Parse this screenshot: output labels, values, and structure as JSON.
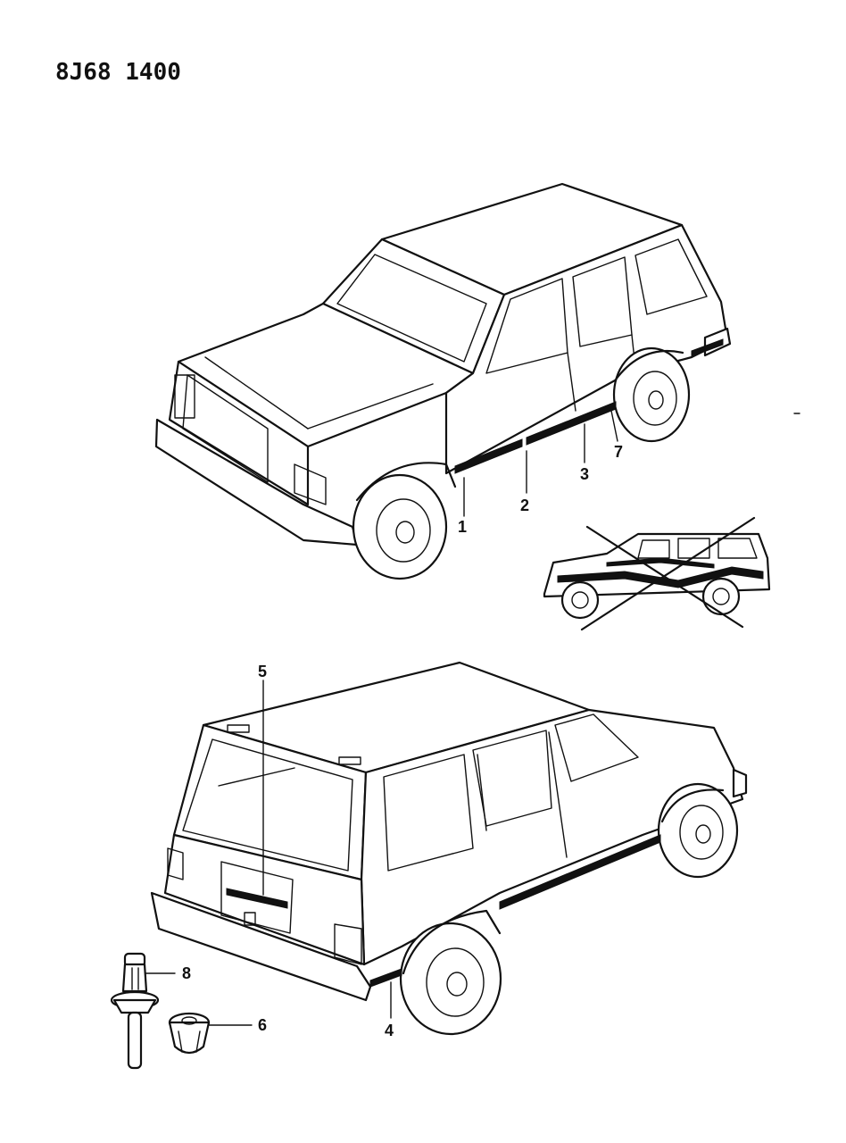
{
  "header": {
    "code": "8J68 1400"
  },
  "callouts": [
    {
      "id": "1",
      "label": "1"
    },
    {
      "id": "2",
      "label": "2"
    },
    {
      "id": "3",
      "label": "3"
    },
    {
      "id": "4",
      "label": "4"
    },
    {
      "id": "5",
      "label": "5"
    },
    {
      "id": "6",
      "label": "6"
    },
    {
      "id": "7",
      "label": "7"
    },
    {
      "id": "8",
      "label": "8"
    }
  ]
}
